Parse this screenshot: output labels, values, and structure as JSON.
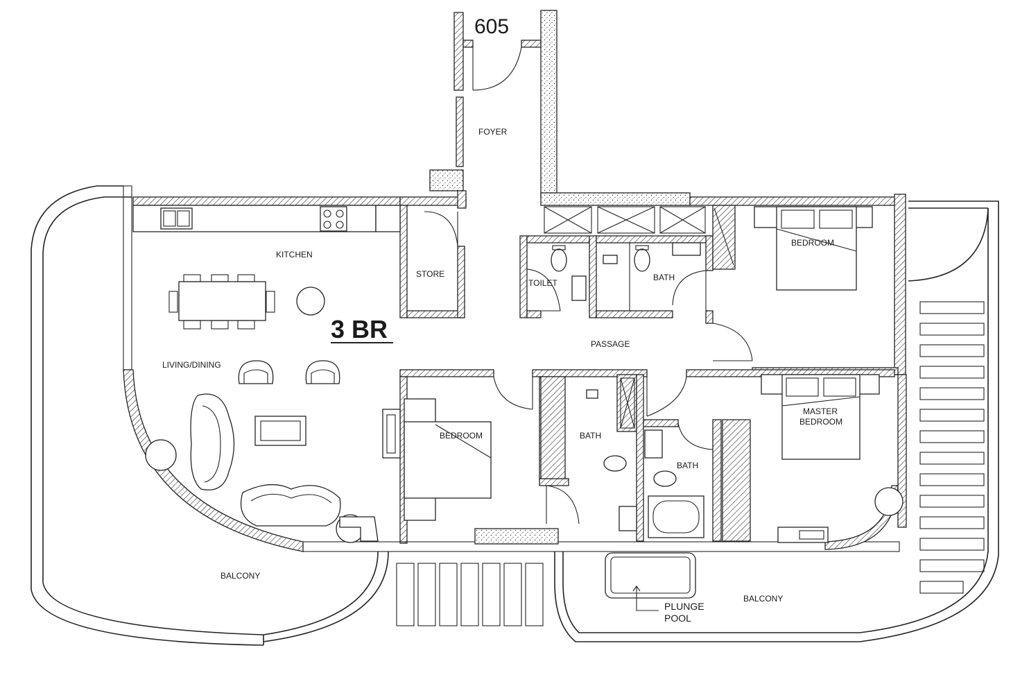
{
  "plan": {
    "unit_number": "605",
    "type_label": "3 BR",
    "rooms": {
      "foyer": "FOYER",
      "kitchen": "KITCHEN",
      "store": "STORE",
      "toilet": "TOILET",
      "bath_top": "BATH",
      "bedroom_top": "BEDROOM",
      "passage": "PASSAGE",
      "living_dining": "LIVING/DINING",
      "bedroom_mid": "BEDROOM",
      "bath_mid": "BATH",
      "bath_master": "BATH",
      "master_line1": "MASTER",
      "master_line2": "BEDROOM",
      "balcony_left": "BALCONY",
      "balcony_right": "BALCONY",
      "pool_line1": "PLUNGE",
      "pool_line2": "POOL"
    }
  }
}
